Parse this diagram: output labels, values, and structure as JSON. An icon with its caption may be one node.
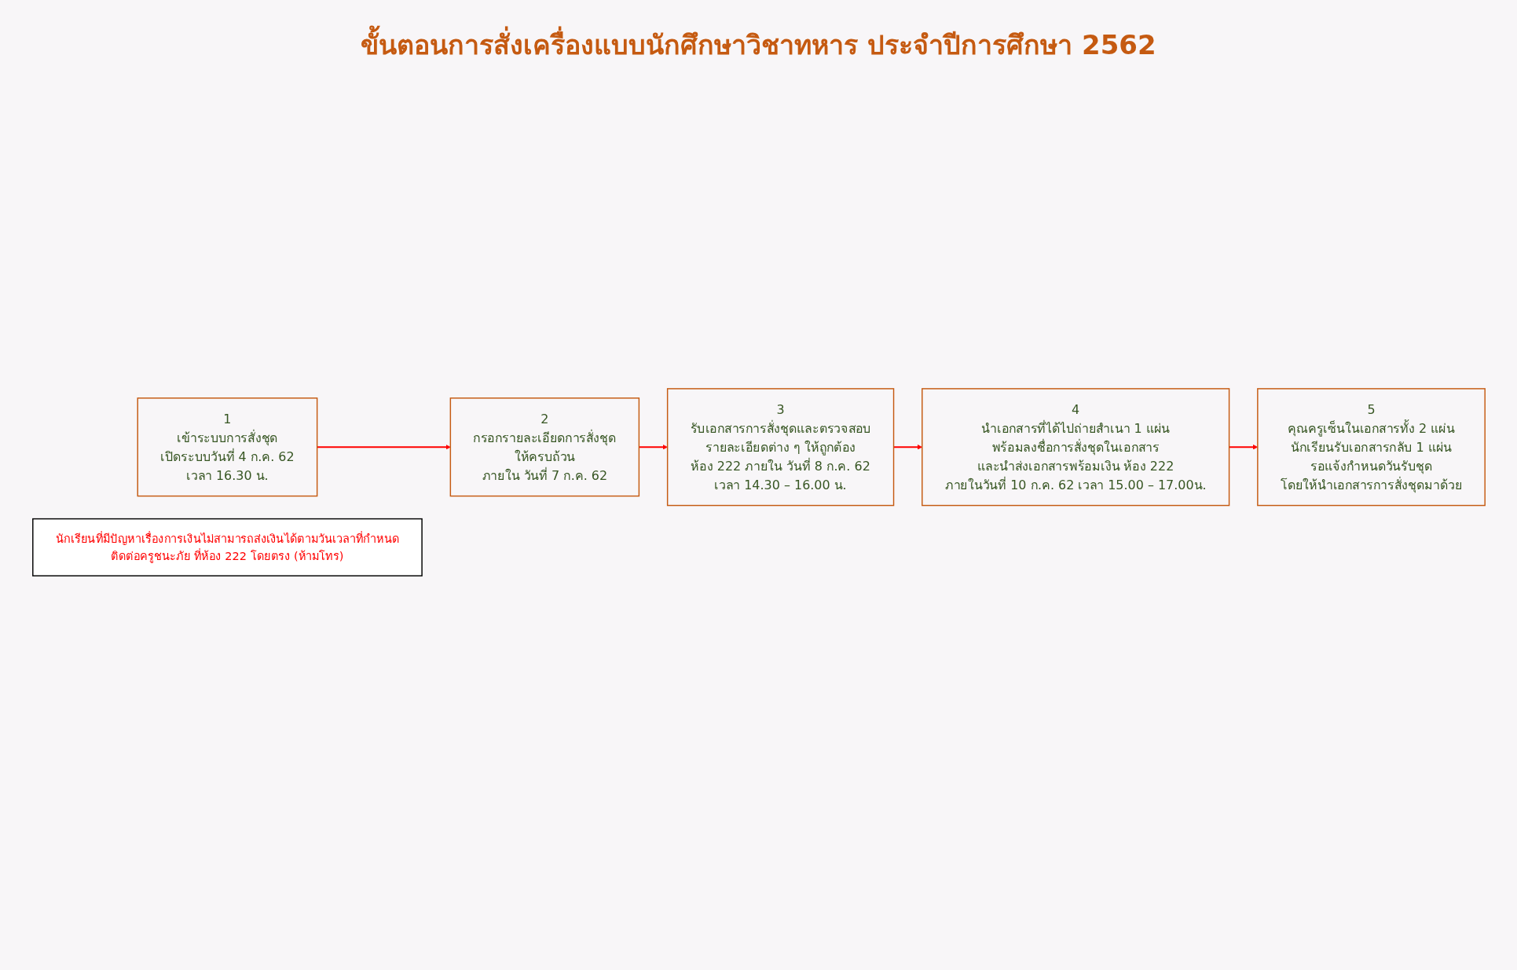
{
  "diagram": {
    "title": "ขั้นตอนการสั่งเครื่องแบบนักศึกษาวิชาทหาร ประจำปีการศึกษา 2562",
    "nodes": [
      {
        "text": [
          "1",
          "เข้าระบบการสั่งชุด",
          "เปิดระบบวันที่ 4 ก.ค. 62",
          "เวลา 16.30 น."
        ]
      },
      {
        "text": [
          "2",
          "กรอกรายละเอียดการสั่งชุด",
          "ให้ครบถ้วน",
          "ภายใน วันที่ 7 ก.ค. 62"
        ]
      },
      {
        "text": [
          "3",
          "รับเอกสารการสั่งชุดและตรวจสอบ",
          "รายละเอียดต่าง ๆ ให้ถูกต้อง",
          "ห้อง 222 ภายใน วันที่ 8 ก.ค. 62",
          "เวลา 14.30 – 16.00 น."
        ]
      },
      {
        "text": [
          "4",
          "นำเอกสารที่ได้ไปถ่ายสำเนา 1 แผ่น",
          "พร้อมลงชื่อการสั่งชุดในเอกสาร",
          "และนำส่งเอกสารพร้อมเงิน ห้อง 222",
          "ภายในวันที่ 10 ก.ค. 62 เวลา 15.00 – 17.00น."
        ]
      },
      {
        "text": [
          "5",
          "คุณครูเซ็นในเอกสารทั้ง 2 แผ่น",
          "นักเรียนรับเอกสารกลับ 1 แผ่น",
          "รอแจ้งกำหนดวันรับชุด",
          "โดยให้นำเอกสารการสั่งชุดมาด้วย"
        ]
      },
      {
        "text": [
          "นักเรียนที่มีปัญหาเรื่องการเงินไม่สามารถส่งเงินได้ตามวันเวลาที่กำหนด",
          "ติดต่อครูชนะภัย ที่ห้อง 222 โดยตรง (ห้ามโทร)"
        ]
      }
    ],
    "edges": [
      {
        "from": 0,
        "to": 1,
        "arrow": "to"
      },
      {
        "from": 1,
        "to": 2,
        "arrow": "to"
      },
      {
        "from": 2,
        "to": 3,
        "arrow": "to"
      },
      {
        "from": 3,
        "to": 4,
        "arrow": "to"
      }
    ]
  }
}
